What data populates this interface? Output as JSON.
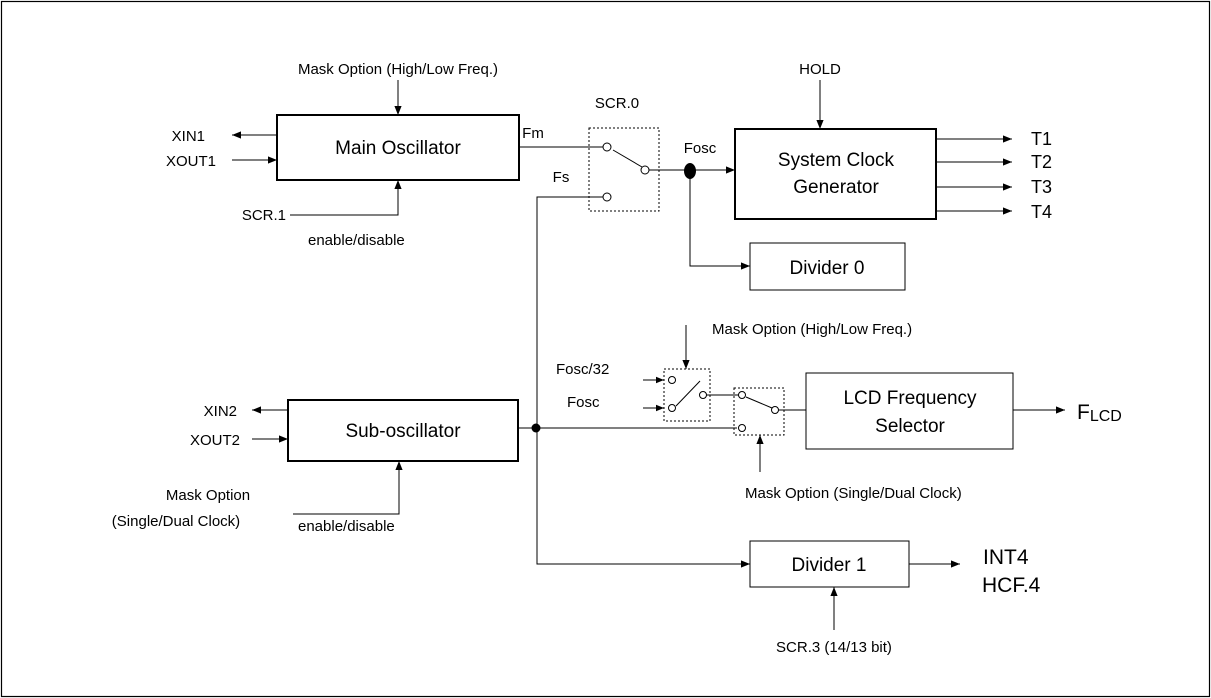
{
  "main_osc": {
    "label": "Main Oscillator",
    "mask_option": "Mask Option (High/Low Freq.)",
    "in_xin": "XIN1",
    "in_xout": "XOUT1",
    "control": "SCR.1",
    "enable": "enable/disable"
  },
  "scr0": {
    "label": "SCR.0",
    "fm": "Fm",
    "fs": "Fs",
    "fosc": "Fosc"
  },
  "sys_clock": {
    "line1": "System Clock",
    "line2": "Generator",
    "hold": "HOLD",
    "outputs": [
      "T1",
      "T2",
      "T3",
      "T4"
    ]
  },
  "divider0": {
    "label": "Divider 0"
  },
  "sub_osc": {
    "label": "Sub-oscillator",
    "in_xin": "XIN2",
    "in_xout": "XOUT2",
    "mask_line1": "Mask Option",
    "mask_line2": "(Single/Dual Clock)",
    "enable": "enable/disable"
  },
  "lcd": {
    "mask_top": "Mask Option (High/Low Freq.)",
    "in_fosc32": "Fosc/32",
    "in_fosc": "Fosc",
    "line1": "LCD Frequency",
    "line2": "Selector",
    "out_main": "F",
    "out_sub": "LCD",
    "mask_bottom": "Mask Option (Single/Dual Clock)"
  },
  "divider1": {
    "label": "Divider 1",
    "out1": "INT4",
    "out2": "HCF.4",
    "control": "SCR.3 (14/13 bit)"
  }
}
